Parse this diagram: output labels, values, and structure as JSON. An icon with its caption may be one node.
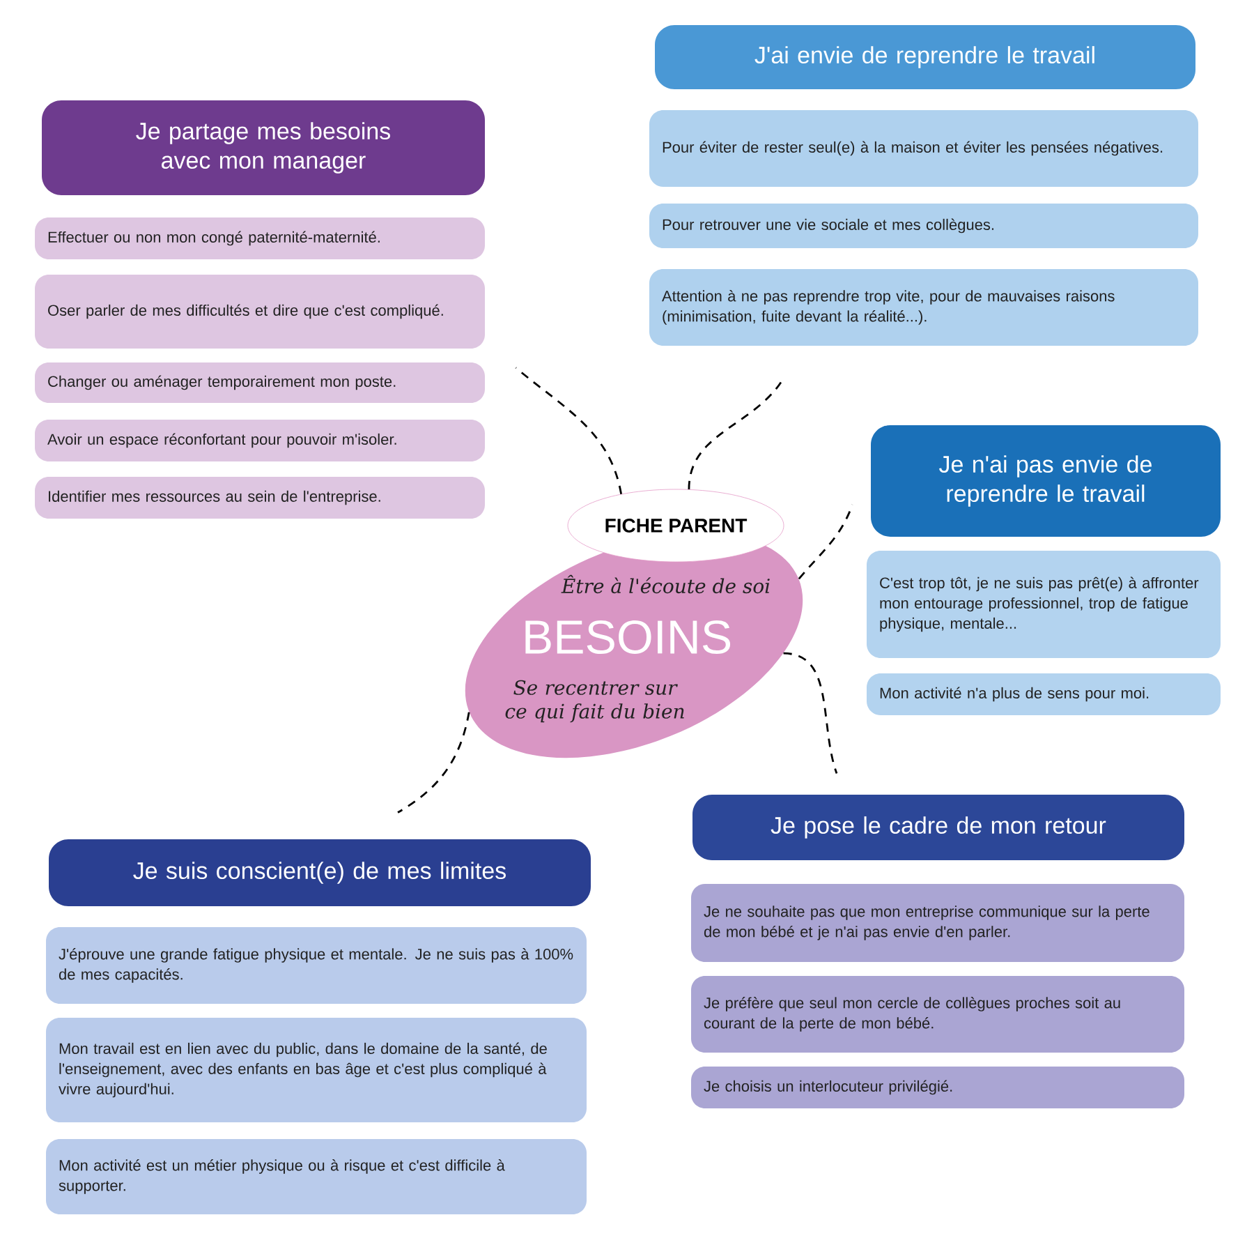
{
  "diagram": {
    "nodes": [
      {
        "text": [
          "*Être à l'écoute de soi*",
          "BESOINS",
          "*Se recentrer sur ce qui fait du bien*"
        ]
      },
      {
        "text": [
          "FICHE PARENT"
        ]
      },
      {
        "text": [
          "Je partage mes besoins avec mon manager"
        ]
      },
      {
        "text": [
          "Effectuer ou non mon congé paternité-maternité."
        ]
      },
      {
        "text": [
          "Oser parler de mes difficultés et dire que c'est compliqué."
        ]
      },
      {
        "text": [
          "Changer ou aménager temporairement mon poste."
        ]
      },
      {
        "text": [
          "Avoir un espace réconfortant pour pouvoir m'isoler."
        ]
      },
      {
        "text": [
          "Identifier mes ressources au sein de l'entreprise."
        ]
      },
      {
        "text": [
          "J'ai envie de reprendre le travail"
        ]
      },
      {
        "text": [
          "Pour éviter de rester seul(e) à la maison et éviter les pensées négatives."
        ]
      },
      {
        "text": [
          "Pour retrouver une vie sociale et mes collègues."
        ]
      },
      {
        "text": [
          "Attention à ne pas reprendre trop vite, pour de mauvaises raisons (minimisation, fuite devant la réalité...)."
        ]
      },
      {
        "text": [
          "Je n'ai pas envie de reprendre le travail"
        ]
      },
      {
        "text": [
          "C'est trop tôt, je ne suis pas prêt(e) à affronter mon entourage professionnel, trop de fatigue physique, mentale..."
        ]
      },
      {
        "text": [
          "Mon activité n'a plus de sens pour moi."
        ]
      },
      {
        "text": [
          "Je pose le cadre de mon retour"
        ]
      },
      {
        "text": [
          "Je ne souhaite pas que mon entreprise communique sur la perte de mon bébé et je n'ai pas envie d'en parler."
        ]
      },
      {
        "text": [
          "Je préfère que seul mon cercle de collègues proches soit au courant de la perte de mon bébé."
        ]
      },
      {
        "text": [
          "Je choisis un interlocuteur privilégié."
        ]
      },
      {
        "text": [
          "Je suis conscient(e) de mes limites"
        ]
      },
      {
        "text": [
          "J'éprouve une grande fatigue physique et mentale. Je ne suis pas à 100% de mes capacités."
        ]
      },
      {
        "text": [
          "Mon travail est en lien avec du public, dans le domaine de la santé, de l'enseignement, avec des enfants en bas âge et c'est plus compliqué à vivre aujourd'hui."
        ]
      },
      {
        "text": [
          "Mon activité est un métier physique ou à risque et c'est difficile à supporter."
        ]
      }
    ],
    "edges": [
      {
        "from": 1,
        "to": 5,
        "arrow": "none",
        "style": "dashed"
      },
      {
        "from": 1,
        "to": 11,
        "arrow": "none",
        "style": "dashed"
      },
      {
        "from": 0,
        "to": 12,
        "arrow": "none",
        "style": "dashed"
      },
      {
        "from": 0,
        "to": 15,
        "arrow": "none",
        "style": "dashed"
      },
      {
        "from": 0,
        "to": 19,
        "arrow": "none",
        "style": "dashed"
      }
    ]
  }
}
